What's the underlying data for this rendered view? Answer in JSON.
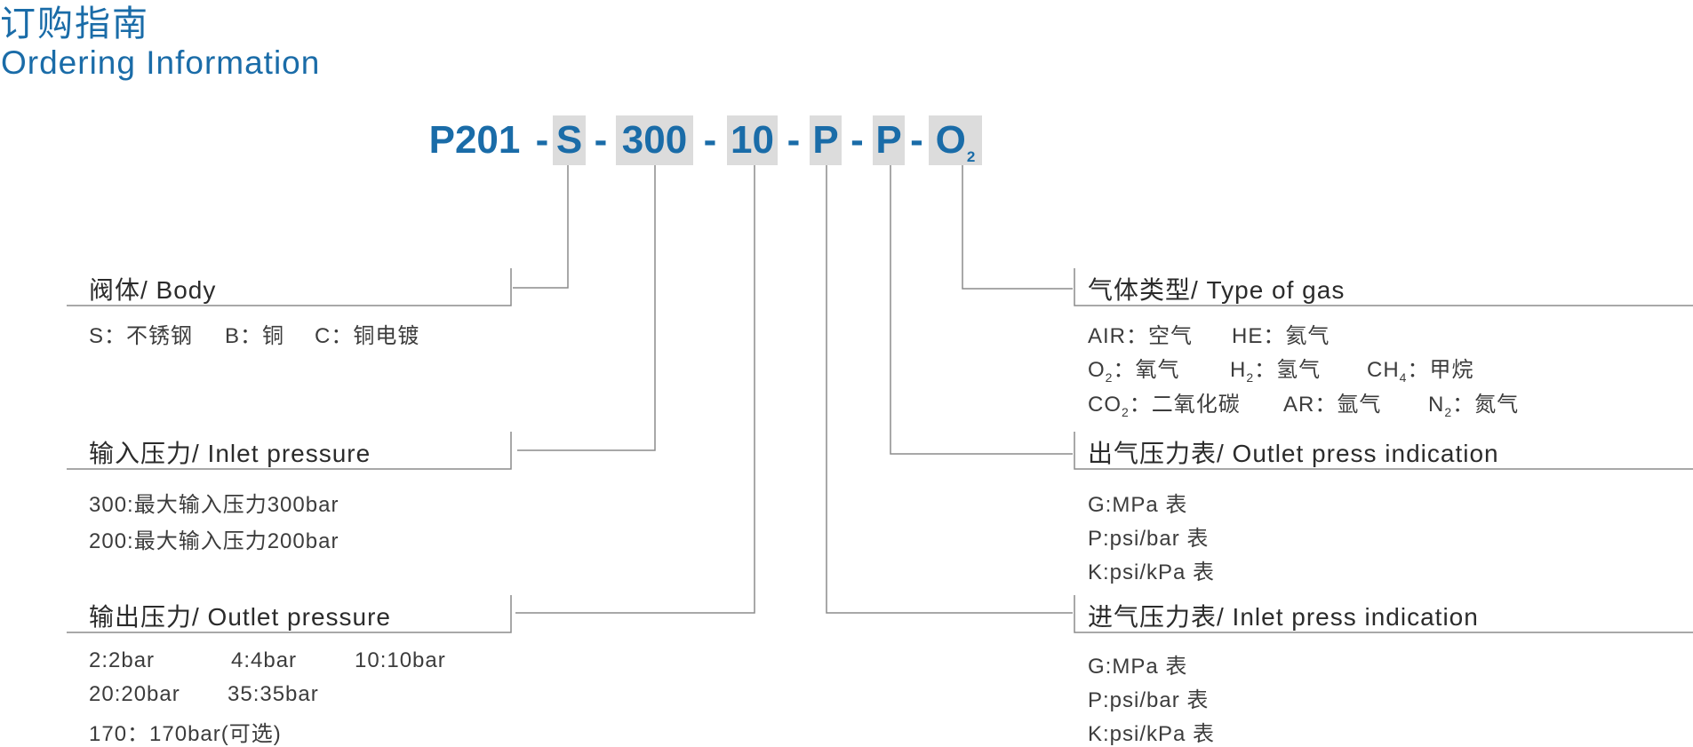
{
  "header": {
    "title_cn": "订购指南",
    "title_en": "Ordering Information"
  },
  "code": {
    "segments": [
      "P201",
      "S",
      "300",
      "10",
      "P",
      "P",
      "O"
    ],
    "separator": "-",
    "last_subscript": "2"
  },
  "sections": {
    "body": {
      "title": "阀体/ Body",
      "options": [
        "S：不锈钢",
        "B：铜",
        "C：铜电镀"
      ]
    },
    "inlet_pressure": {
      "title": "输入压力/ Inlet pressure",
      "lines": [
        "300:最大输入压力300bar",
        "200:最大输入压力200bar"
      ]
    },
    "outlet_pressure": {
      "title": "输出压力/ Outlet pressure",
      "row1": [
        "2:2bar",
        "4:4bar",
        "10:10bar"
      ],
      "row2": [
        "20:20bar",
        "35:35bar"
      ],
      "row3": [
        "170：170bar(可选)"
      ]
    },
    "gas_type": {
      "title": "气体类型/ Type of gas",
      "air": "AIR：空气",
      "he": "HE：氦气",
      "o2_main": "O",
      "o2_sub": "2",
      "o2_rest": "：氧气",
      "h2_main": "H",
      "h2_sub": "2",
      "h2_rest": "：氢气",
      "ch4_main": "CH",
      "ch4_sub": "4",
      "ch4_rest": "：甲烷",
      "co2_main": "CO",
      "co2_sub": "2",
      "co2_rest": "：二氧化碳",
      "ar": "AR：氩气",
      "n2_main": "N",
      "n2_sub": "2",
      "n2_rest": "：氮气"
    },
    "outlet_gauge": {
      "title": "出气压力表/ Outlet press indication",
      "lines": [
        "G:MPa 表",
        "P:psi/bar 表",
        "K:psi/kPa 表"
      ]
    },
    "inlet_gauge": {
      "title": "进气压力表/ Inlet press indication",
      "lines": [
        "G:MPa 表",
        "P:psi/bar 表",
        "K:psi/kPa 表"
      ]
    }
  },
  "colors": {
    "accent": "#1a6ca8",
    "segment_bg": "#dcdcdc",
    "line": "#8c8c8c",
    "text": "#3a3a3a"
  }
}
